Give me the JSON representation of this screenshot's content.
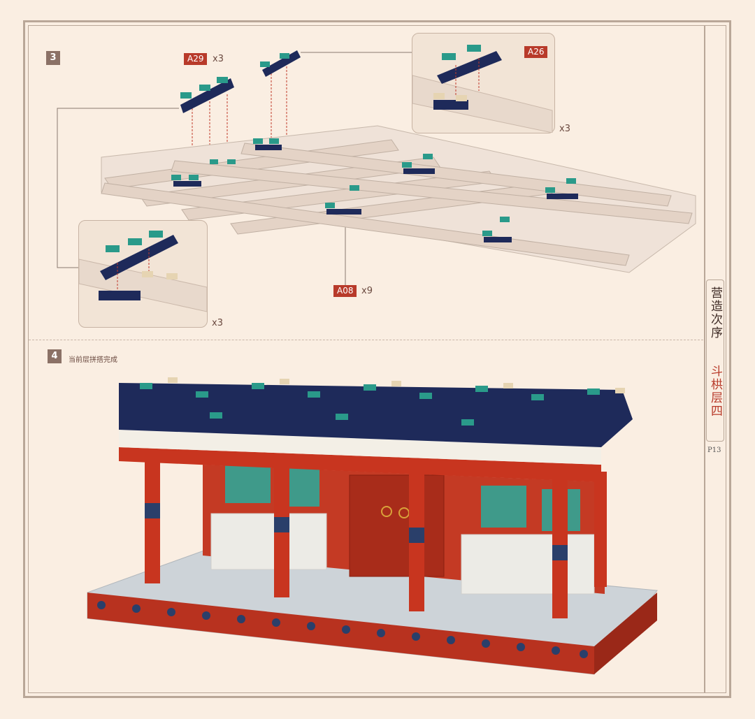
{
  "step3": {
    "number": "3",
    "parts": [
      {
        "id": "A29",
        "qty": "x3"
      },
      {
        "id": "A26",
        "qty": "x3"
      },
      {
        "id": "A08",
        "qty": "x9"
      }
    ],
    "inset_left_qty": "x3"
  },
  "step4": {
    "number": "4",
    "title": "当前层拼搭完成"
  },
  "sidebar": {
    "section": "营造次序",
    "layer": "斗栱层四",
    "page": "P13"
  },
  "colors": {
    "background": "#faeee2",
    "frame": "#b9a798",
    "step_badge": "#8b7166",
    "part_label": "#b83a2a",
    "pillar_red": "#c8351f",
    "accent_teal": "#2a9a8a"
  }
}
